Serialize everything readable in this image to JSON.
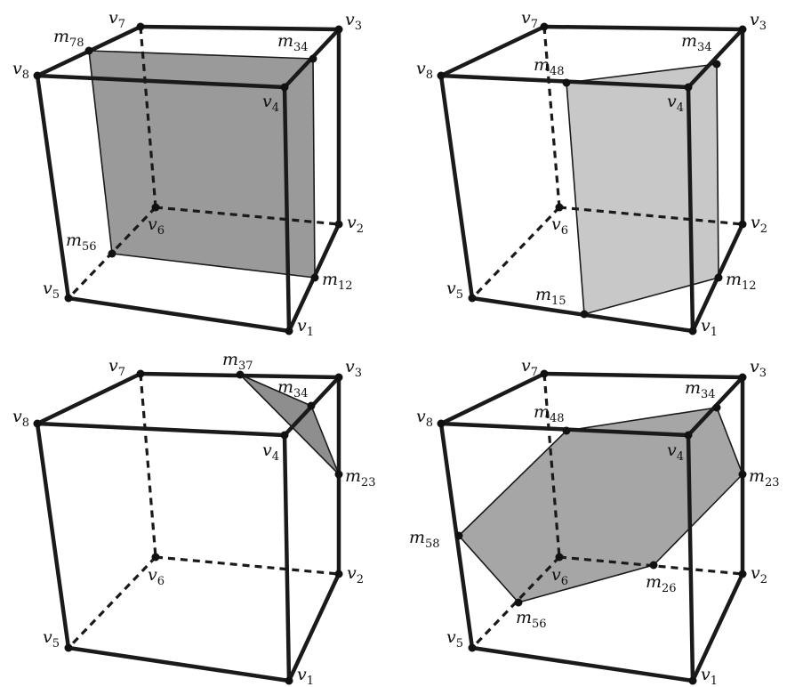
{
  "figure": {
    "panels": [
      {
        "id": "panel-top-left",
        "section_fill": "#9a9a9a",
        "section_label": "m78-m34-m12-m56",
        "labels": [
          {
            "base": "v",
            "sub": "7"
          },
          {
            "base": "v",
            "sub": "3"
          },
          {
            "base": "m",
            "sub": "78"
          },
          {
            "base": "m",
            "sub": "34"
          },
          {
            "base": "v",
            "sub": "8"
          },
          {
            "base": "v",
            "sub": "4"
          },
          {
            "base": "v",
            "sub": "6"
          },
          {
            "base": "v",
            "sub": "2"
          },
          {
            "base": "m",
            "sub": "56"
          },
          {
            "base": "m",
            "sub": "12"
          },
          {
            "base": "v",
            "sub": "5"
          },
          {
            "base": "v",
            "sub": "1"
          }
        ]
      },
      {
        "id": "panel-top-right",
        "section_fill": "#c8c8c8",
        "section_label": "m48-m34-m12-m15",
        "labels": [
          {
            "base": "v",
            "sub": "7"
          },
          {
            "base": "v",
            "sub": "3"
          },
          {
            "base": "m",
            "sub": "34"
          },
          {
            "base": "v",
            "sub": "8"
          },
          {
            "base": "m",
            "sub": "48"
          },
          {
            "base": "v",
            "sub": "4"
          },
          {
            "base": "v",
            "sub": "6"
          },
          {
            "base": "v",
            "sub": "2"
          },
          {
            "base": "v",
            "sub": "5"
          },
          {
            "base": "m",
            "sub": "15"
          },
          {
            "base": "m",
            "sub": "12"
          },
          {
            "base": "v",
            "sub": "1"
          }
        ]
      },
      {
        "id": "panel-bottom-left",
        "section_fill": "#8e8e8e",
        "section_label": "m37-m34-m23",
        "labels": [
          {
            "base": "v",
            "sub": "7"
          },
          {
            "base": "m",
            "sub": "37"
          },
          {
            "base": "v",
            "sub": "3"
          },
          {
            "base": "m",
            "sub": "34"
          },
          {
            "base": "v",
            "sub": "8"
          },
          {
            "base": "v",
            "sub": "4"
          },
          {
            "base": "m",
            "sub": "23"
          },
          {
            "base": "v",
            "sub": "6"
          },
          {
            "base": "v",
            "sub": "2"
          },
          {
            "base": "v",
            "sub": "5"
          },
          {
            "base": "v",
            "sub": "1"
          }
        ]
      },
      {
        "id": "panel-bottom-right",
        "section_fill": "#a6a6a6",
        "section_label": "m48-m34-m23-m26-m56-m58",
        "labels": [
          {
            "base": "v",
            "sub": "7"
          },
          {
            "base": "v",
            "sub": "3"
          },
          {
            "base": "m",
            "sub": "34"
          },
          {
            "base": "v",
            "sub": "8"
          },
          {
            "base": "m",
            "sub": "48"
          },
          {
            "base": "v",
            "sub": "4"
          },
          {
            "base": "m",
            "sub": "23"
          },
          {
            "base": "m",
            "sub": "58"
          },
          {
            "base": "v",
            "sub": "6"
          },
          {
            "base": "m",
            "sub": "26"
          },
          {
            "base": "v",
            "sub": "2"
          },
          {
            "base": "m",
            "sub": "56"
          },
          {
            "base": "v",
            "sub": "5"
          },
          {
            "base": "v",
            "sub": "1"
          }
        ]
      }
    ]
  }
}
